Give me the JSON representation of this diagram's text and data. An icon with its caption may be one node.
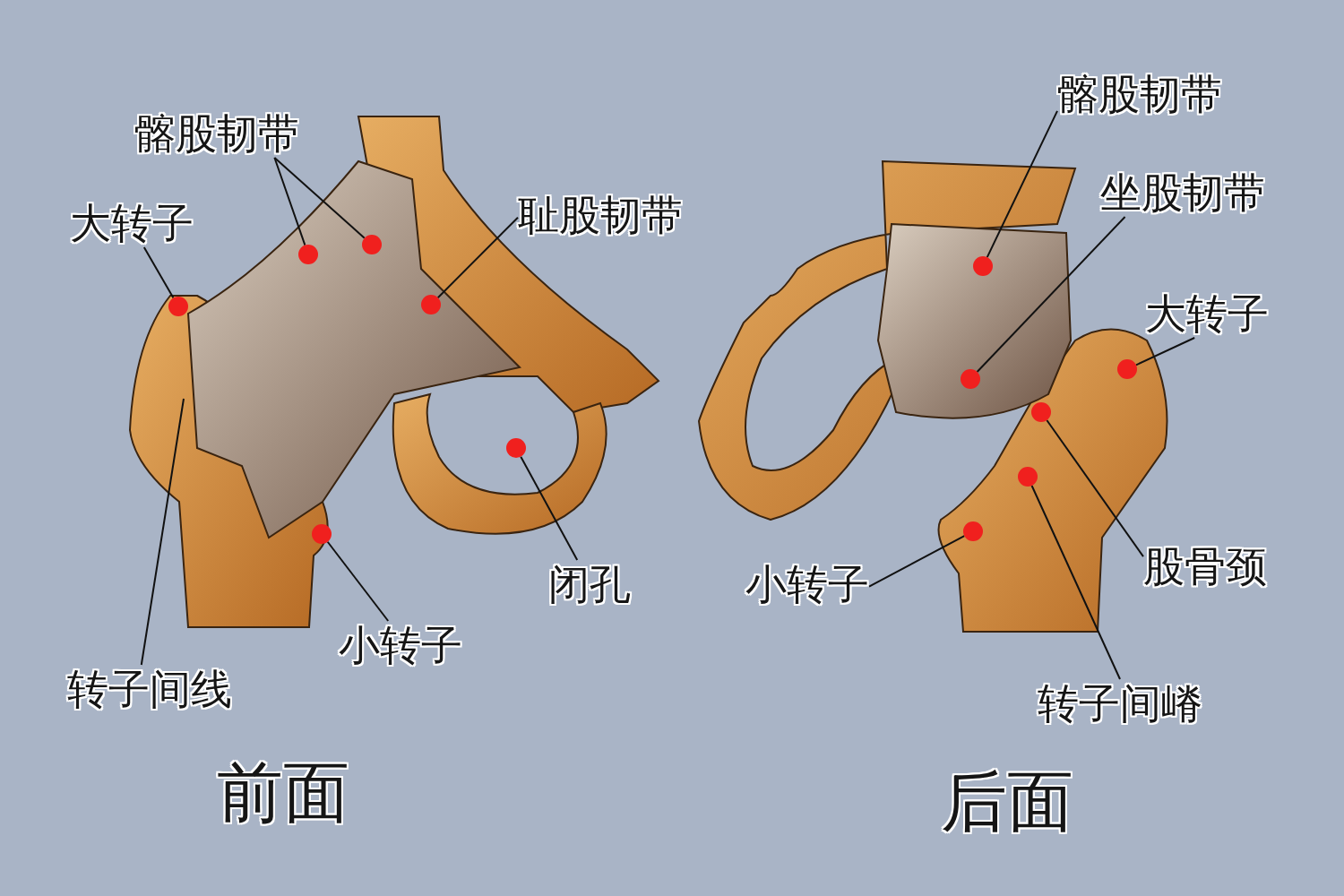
{
  "diagram": {
    "nodes": [
      {
        "text": [
          "髂股韧带"
        ]
      },
      {
        "text": [],
        "shape": "circle"
      },
      {
        "text": [],
        "shape": "circle"
      },
      {
        "text": [
          "大转子"
        ]
      },
      {
        "text": [],
        "shape": "circle"
      },
      {
        "text": [
          "耻股韧带"
        ]
      },
      {
        "text": [],
        "shape": "circle"
      },
      {
        "text": [
          "闭孔"
        ]
      },
      {
        "text": [],
        "shape": "circle"
      },
      {
        "text": [
          "小转子"
        ]
      },
      {
        "text": [],
        "shape": "circle"
      },
      {
        "text": [
          "转子间线"
        ]
      },
      {
        "text": [
          "髂股韧带"
        ]
      },
      {
        "text": [],
        "shape": "circle"
      },
      {
        "text": [
          "坐股韧带"
        ]
      },
      {
        "text": [],
        "shape": "circle"
      },
      {
        "text": [
          "大转子"
        ]
      },
      {
        "text": [],
        "shape": "circle"
      },
      {
        "text": [
          "股骨颈"
        ]
      },
      {
        "text": [],
        "shape": "circle"
      },
      {
        "text": [
          "转子间嵴"
        ]
      },
      {
        "text": [],
        "shape": "circle"
      },
      {
        "text": [
          "小转子"
        ]
      },
      {
        "text": [],
        "shape": "circle"
      }
    ],
    "edges": [
      {
        "from": 0,
        "to": 1,
        "arrow": "none"
      },
      {
        "from": 0,
        "to": 2,
        "arrow": "none"
      },
      {
        "from": 3,
        "to": 4,
        "arrow": "none"
      },
      {
        "from": 5,
        "to": 6,
        "arrow": "none"
      },
      {
        "from": 7,
        "to": 8,
        "arrow": "none"
      },
      {
        "from": 9,
        "to": 10,
        "arrow": "none"
      },
      {
        "from": 11,
        "to": null,
        "arrow": "none"
      },
      {
        "from": 12,
        "to": 13,
        "arrow": "none"
      },
      {
        "from": 14,
        "to": 15,
        "arrow": "none"
      },
      {
        "from": 16,
        "to": 17,
        "arrow": "none"
      },
      {
        "from": 18,
        "to": 19,
        "arrow": "none"
      },
      {
        "from": 20,
        "to": 21,
        "arrow": "none"
      },
      {
        "from": 22,
        "to": 23,
        "arrow": "none"
      }
    ],
    "labels": [
      "前面",
      "后面"
    ]
  }
}
